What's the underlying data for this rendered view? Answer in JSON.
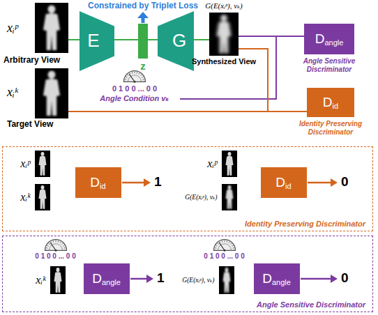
{
  "diagram": {
    "nodes": [
      {
        "text": [
          "xᵢᵖ",
          "Arbitrary View"
        ]
      },
      {
        "text": [
          "xᵢᵏ",
          "Target View"
        ]
      },
      {
        "text": [
          "E"
        ]
      },
      {
        "text": [
          "z"
        ]
      },
      {
        "text": [
          "G"
        ]
      },
      {
        "text": [
          "0 1 0 0 ... 0 0",
          "Angle Condition vₖ"
        ]
      },
      {
        "text": [
          "G(E(xᵢᵖ), vₖ)",
          "Synthesized View"
        ]
      },
      {
        "text": [
          "D",
          "angle",
          "Angle Sensitive Discriminator"
        ]
      },
      {
        "text": [
          "D",
          "id",
          "Identity Preserving Discriminator"
        ]
      },
      {
        "text": [
          "Identity Preserving Discriminator"
        ]
      },
      {
        "text": [
          "xᵢᵖ"
        ],
        "in": 9
      },
      {
        "text": [
          "xᵢᵏ"
        ],
        "in": 9
      },
      {
        "text": [
          "D",
          "id"
        ],
        "in": 9
      },
      {
        "text": [
          "xᵢᵖ"
        ],
        "in": 9
      },
      {
        "text": [
          "G(E(xᵢᵖ), vₖ)"
        ],
        "in": 9
      },
      {
        "text": [
          "D",
          "id"
        ],
        "in": 9
      },
      {
        "text": [
          "Angle Sensitive Discriminator"
        ]
      },
      {
        "text": [
          "0 1 0 0 ... 0 0"
        ],
        "in": 16
      },
      {
        "text": [
          "xᵢᵏ"
        ],
        "in": 16
      },
      {
        "text": [
          "D",
          "angle"
        ],
        "in": 16
      },
      {
        "text": [
          "0 1 0 0 ... 0 0"
        ],
        "in": 16
      },
      {
        "text": [
          "G(E(xᵢᵖ), vₖ)"
        ],
        "in": 16
      },
      {
        "text": [
          "D",
          "angle"
        ],
        "in": 16
      }
    ],
    "edges": [
      {
        "from": 0,
        "to": 2,
        "arrow": "none"
      },
      {
        "from": 2,
        "to": 3,
        "arrow": "none"
      },
      {
        "from": 3,
        "to": 4,
        "arrow": "none"
      },
      {
        "from": 4,
        "to": 6,
        "arrow": "none"
      },
      {
        "from": 6,
        "to": 7,
        "arrow": "none"
      },
      {
        "from": 5,
        "to": 7,
        "arrow": "none"
      },
      {
        "from": 6,
        "to": 8,
        "arrow": "none"
      },
      {
        "from": 1,
        "to": 8,
        "arrow": "none"
      }
    ],
    "labels": [
      "Constrained by Triplet Loss",
      "1",
      "0",
      "1",
      "0"
    ]
  }
}
